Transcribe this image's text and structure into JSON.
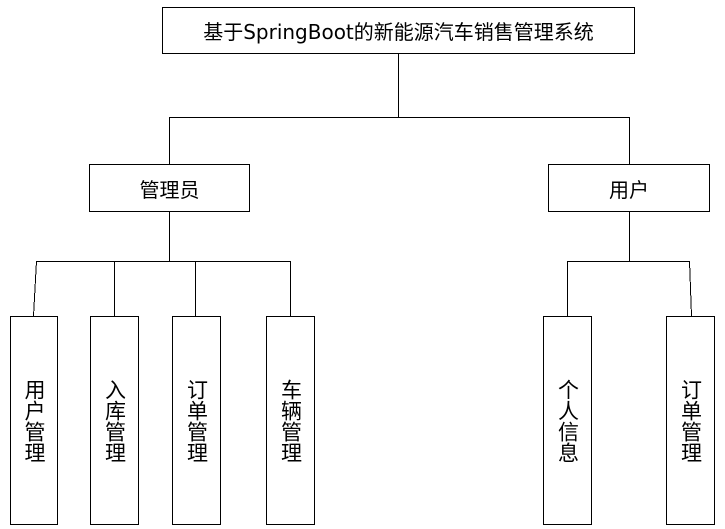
{
  "root": {
    "label": "基于SpringBoot的新能源汽车销售管理系统"
  },
  "admin": {
    "label": "管理员",
    "children": [
      {
        "label": "用户管理"
      },
      {
        "label": "入库管理"
      },
      {
        "label": "订单管理"
      },
      {
        "label": "车辆管理"
      }
    ]
  },
  "user": {
    "label": "用户",
    "children": [
      {
        "label": "个人信息"
      },
      {
        "label": "订单管理"
      }
    ]
  },
  "colors": {
    "line": "#000000",
    "box_fill": "#ffffff",
    "text": "#000000"
  }
}
